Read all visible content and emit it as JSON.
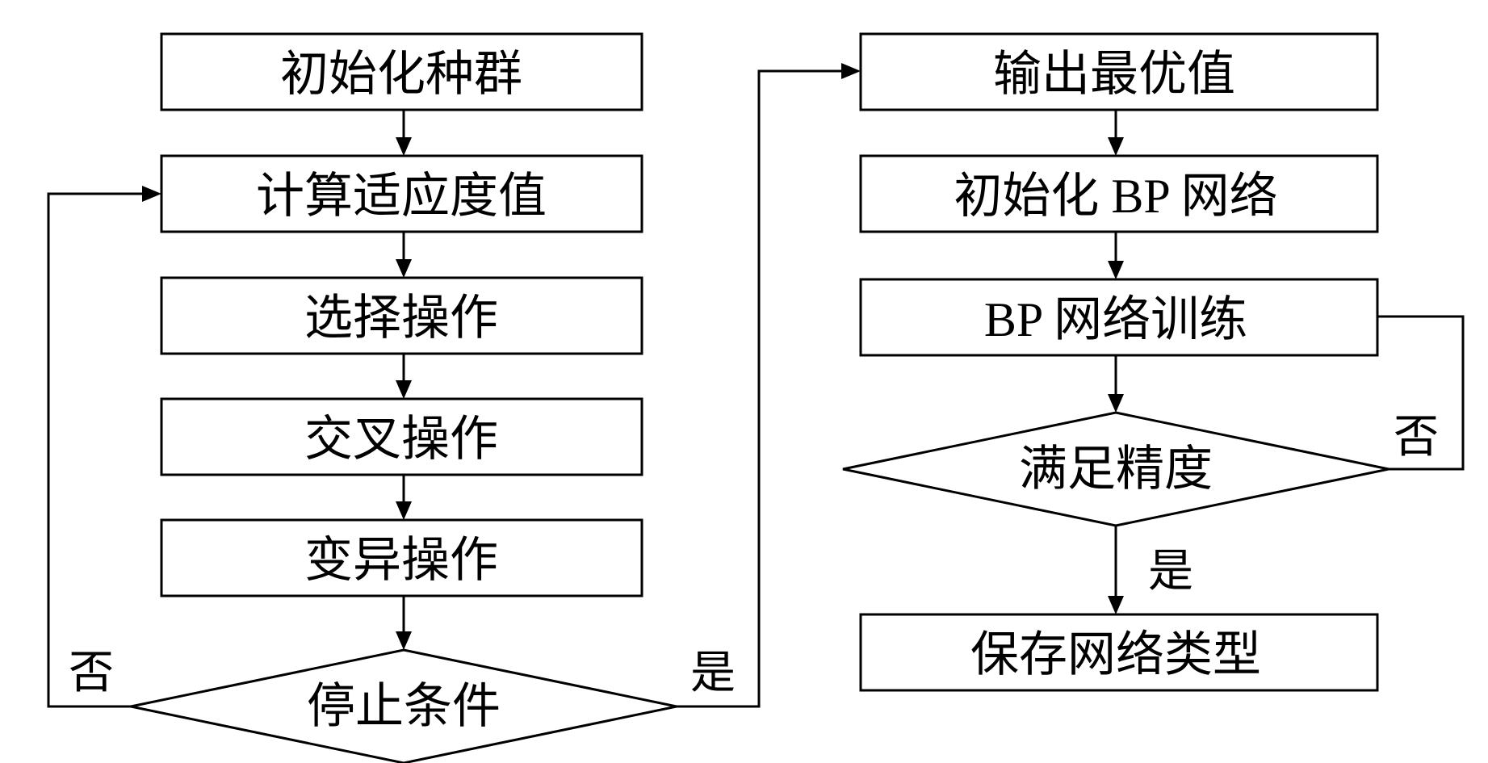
{
  "left_column": {
    "init_population": "初始化种群",
    "compute_fitness": "计算适应度值",
    "selection": "选择操作",
    "crossover": "交叉操作",
    "mutation": "变异操作",
    "stop_condition": "停止条件",
    "no_label": "否",
    "yes_label": "是"
  },
  "right_column": {
    "output_optimum": "输出最优值",
    "init_bp": "初始化 BP 网络",
    "bp_training": "BP 网络训练",
    "accuracy_met": "满足精度",
    "no_label": "否",
    "yes_label": "是",
    "save_network": "保存网络类型"
  }
}
